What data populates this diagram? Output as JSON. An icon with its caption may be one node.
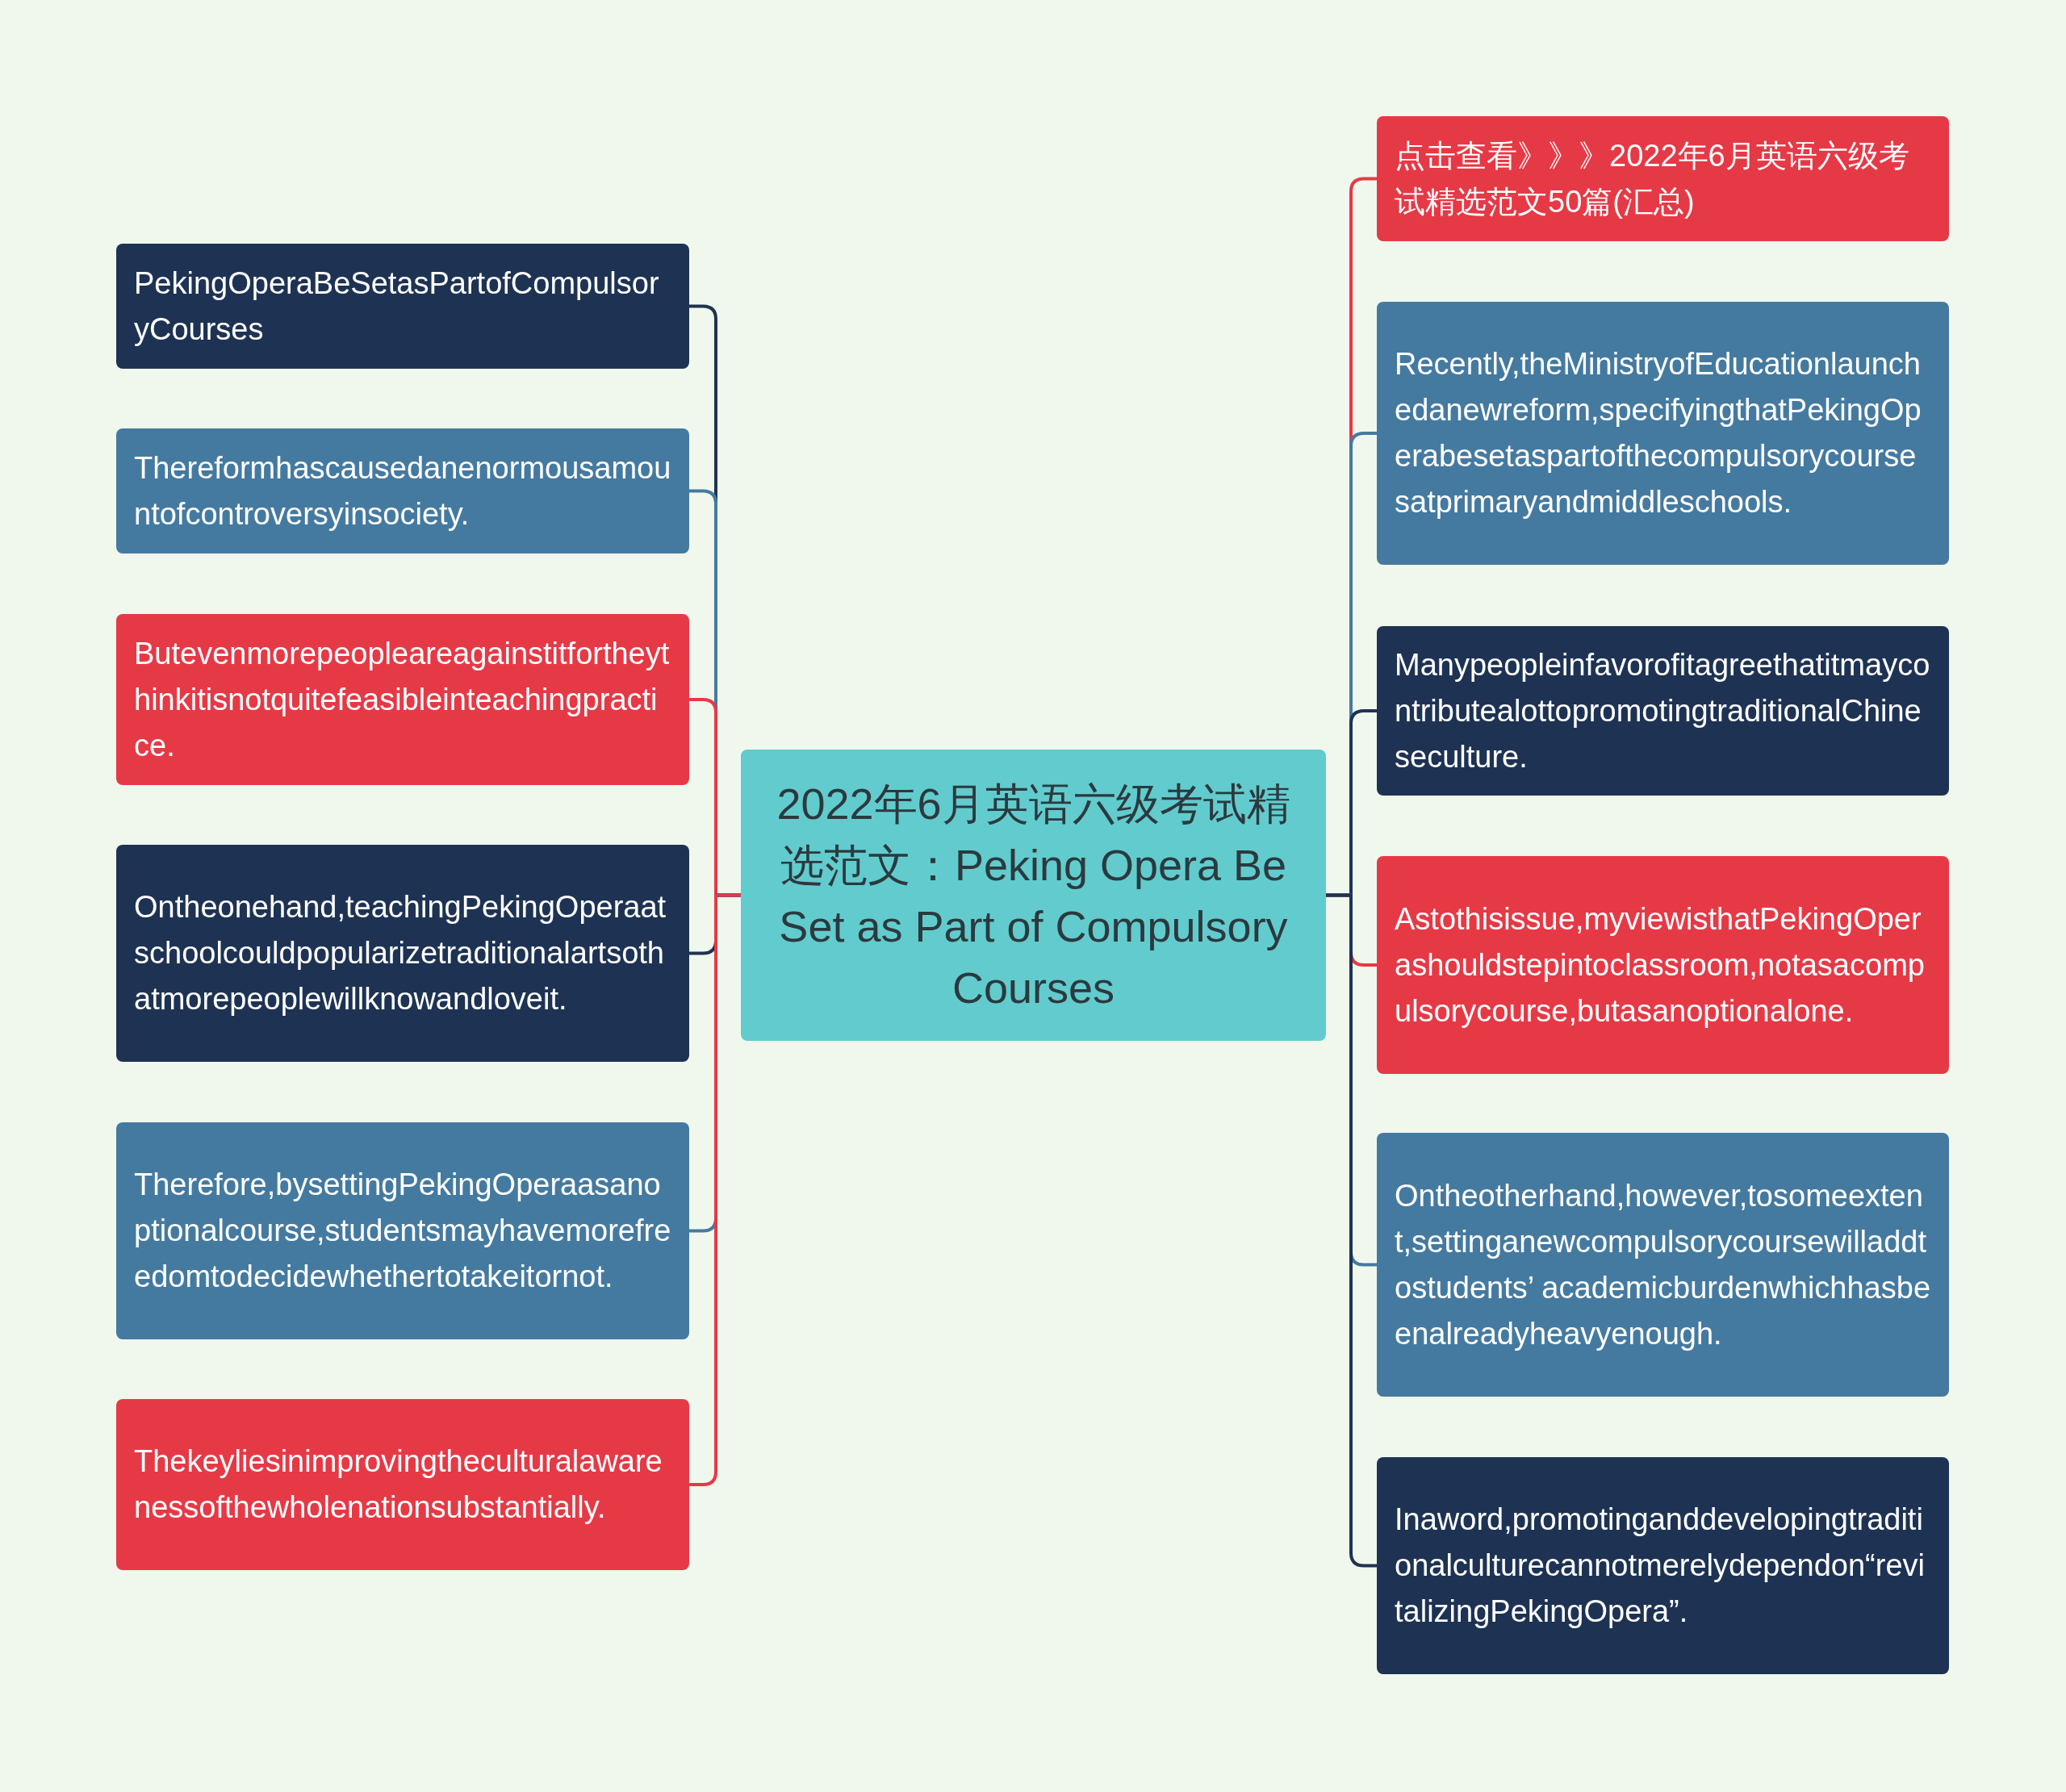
{
  "diagram": {
    "nodes": [
      {
        "text": [
          "2022年6月英语六级考试精选范文：Peking Opera Be Set as Part of Compulsory Courses"
        ]
      },
      {
        "text": [
          "PekingOperaBeSetasPartofCompulsoryCourses"
        ]
      },
      {
        "text": [
          "Thereformhascausedanenormousamountofcontroversyinsociety."
        ]
      },
      {
        "text": [
          "Butevenmorepeopleareagainstitfortheythinkitisnotquitefeasibleinteachingpractice."
        ]
      },
      {
        "text": [
          "Ontheonehand,teachingPekingOperaatschoolcouldpopularizetraditionalartsothatmorepeoplewillknowandloveit."
        ]
      },
      {
        "text": [
          "Therefore,bysettingPekingOperaasanoptionalcourse,studentsmayhavemorefreedomtodecidewhethertotakeitornot."
        ]
      },
      {
        "text": [
          "Thekeyliesinimprovingtheculturalawarenessofthewholenationsubstantially."
        ]
      },
      {
        "text": [
          "点击查看》》》2022年6月英语六级考试精选范文50篇(汇总)"
        ]
      },
      {
        "text": [
          "Recently,theMinistryofEducationlaunchedanewreform,specifyingthatPekingOperabesetaspartofthecompulsorycoursesatprimaryandmiddleschools."
        ]
      },
      {
        "text": [
          "ManypeopleinfavorofitagreethatitmaycontributealottopromotingtraditionalChineseculture."
        ]
      },
      {
        "text": [
          "Astothisissue,myviewisthatPekingOperashouldstepintoclassroom,notasacompulsorycourse,butasanoptionalone."
        ]
      },
      {
        "text": [
          "Ontheotherhand,however,tosomeextent,settinganewcompulsorycoursewilladdtostudents’ academicburdenwhichhasbeenalreadyheavyenough."
        ]
      },
      {
        "text": [
          "Inaword,promotinganddevelopingtraditionalculturecannotmerelydependon“revitalizingPekingOpera”."
        ]
      }
    ],
    "edges": [
      {
        "from": 0,
        "to": 1,
        "arrow": "none",
        "color": "#1e3353"
      },
      {
        "from": 0,
        "to": 2,
        "arrow": "none",
        "color": "#457aa0"
      },
      {
        "from": 0,
        "to": 3,
        "arrow": "none",
        "color": "#e63946"
      },
      {
        "from": 0,
        "to": 4,
        "arrow": "none",
        "color": "#1e3353"
      },
      {
        "from": 0,
        "to": 5,
        "arrow": "none",
        "color": "#457aa0"
      },
      {
        "from": 0,
        "to": 6,
        "arrow": "none",
        "color": "#e63946"
      },
      {
        "from": 0,
        "to": 7,
        "arrow": "none",
        "color": "#e63946"
      },
      {
        "from": 0,
        "to": 8,
        "arrow": "none",
        "color": "#457aa0"
      },
      {
        "from": 0,
        "to": 9,
        "arrow": "none",
        "color": "#1e3353"
      },
      {
        "from": 0,
        "to": 10,
        "arrow": "none",
        "color": "#e63946"
      },
      {
        "from": 0,
        "to": 11,
        "arrow": "none",
        "color": "#457aa0"
      },
      {
        "from": 0,
        "to": 12,
        "arrow": "none",
        "color": "#1e3353"
      }
    ]
  }
}
